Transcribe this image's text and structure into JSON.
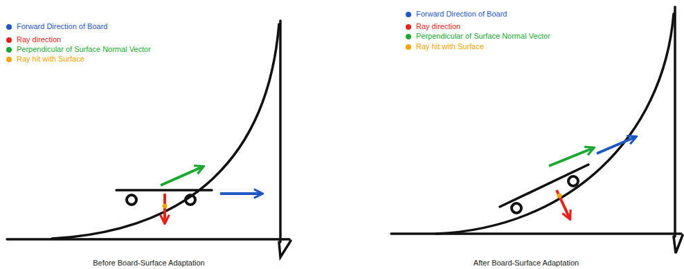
{
  "diagram": {
    "labels": [
      "Before Board-Surface Adaptation",
      "After Board-Surface Adaptation"
    ],
    "legend": [
      {
        "text": "Forward Direction of Board",
        "color": "#1f57c3"
      },
      {
        "text": "Ray direction",
        "color": "#e2231a"
      },
      {
        "text": "Perpendicular of Surface Normal Vector",
        "color": "#1aa832"
      },
      {
        "text": "Ray hit with Surface",
        "color": "#f5a400"
      },
      {
        "text": "Forward Direction of Board",
        "color": "#1f57c3"
      },
      {
        "text": "Ray direction",
        "color": "#e2231a"
      },
      {
        "text": "Perpendicular of Surface Normal Vector",
        "color": "#1aa832"
      },
      {
        "text": "Ray hit with Surface",
        "color": "#f5a400"
      }
    ]
  }
}
